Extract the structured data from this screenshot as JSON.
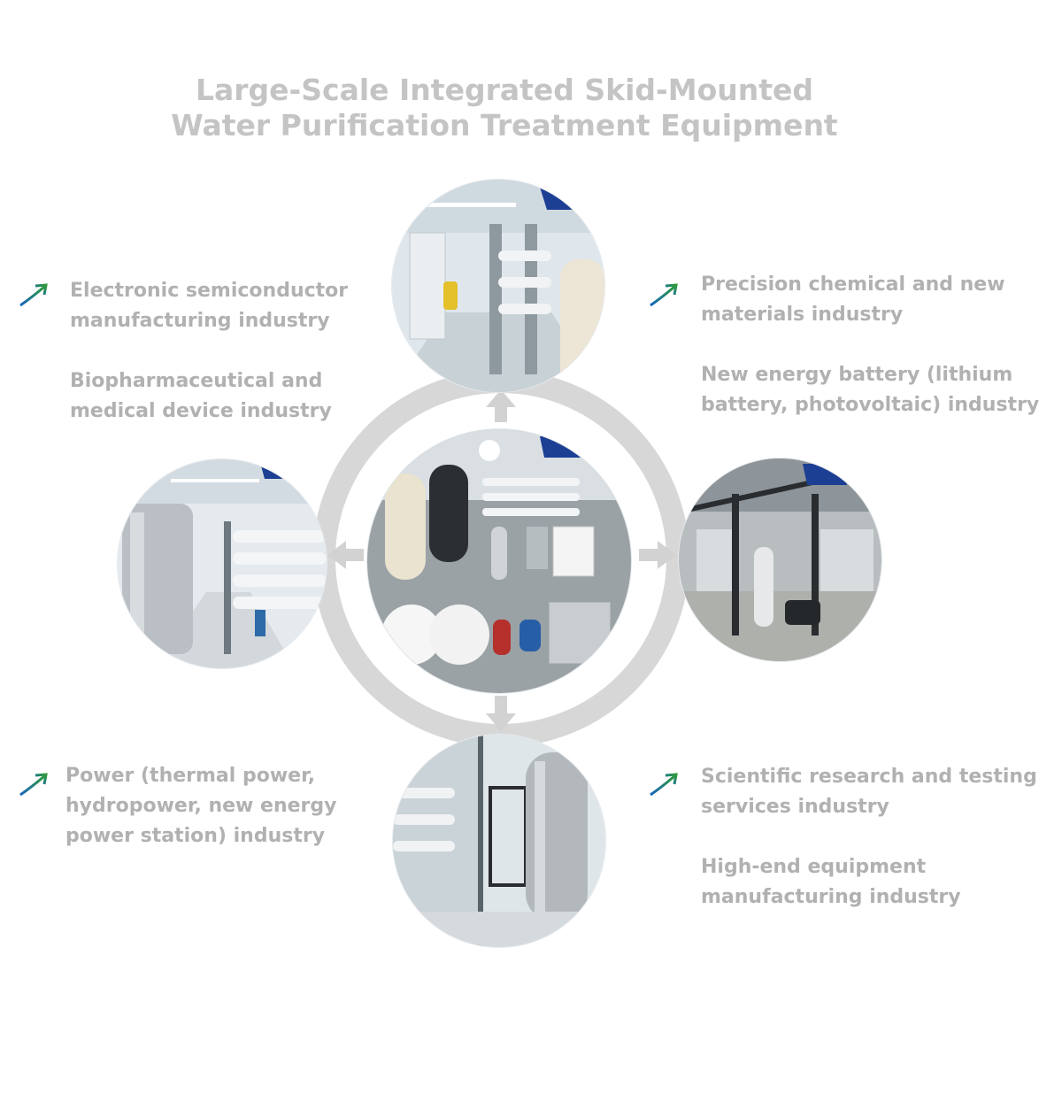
{
  "title": {
    "line1": "Large-Scale Integrated Skid-Mounted",
    "line2": "Water Purification Treatment Equipment"
  },
  "colors": {
    "title": "#c4c4c4",
    "text": "#b1b1b1",
    "ring": "#d7d7d7",
    "icon_gradient_start": "#1565c0",
    "icon_gradient_end": "#2e9a37"
  },
  "icon": "growth-arrow-icon",
  "photos": {
    "center": "central-equipment-room",
    "top": "cleanroom-ro-skid",
    "left": "ro-membrane-container",
    "right": "industrial-warehouse-filters",
    "bottom": "container-stainless-tank"
  },
  "groups": {
    "top_left": {
      "items": [
        "Electronic semiconductor manufacturing industry",
        "Biopharmaceutical and medical device industry"
      ],
      "lines": [
        [
          "Electronic semiconductor",
          "manufacturing industry"
        ],
        [
          "Biopharmaceutical and",
          "medical device industry"
        ]
      ]
    },
    "top_right": {
      "lines": [
        [
          "Precision chemical and new",
          "materials industry"
        ],
        [
          "New energy battery (lithium",
          "battery, photovoltaic) industry"
        ]
      ]
    },
    "bottom_left": {
      "lines": [
        [
          "Power (thermal power,",
          "hydropower, new energy",
          "power station) industry"
        ]
      ]
    },
    "bottom_right": {
      "lines": [
        [
          "Scientific research and testing",
          "services industry"
        ],
        [
          "High-end equipment",
          "manufacturing industry"
        ]
      ]
    }
  }
}
